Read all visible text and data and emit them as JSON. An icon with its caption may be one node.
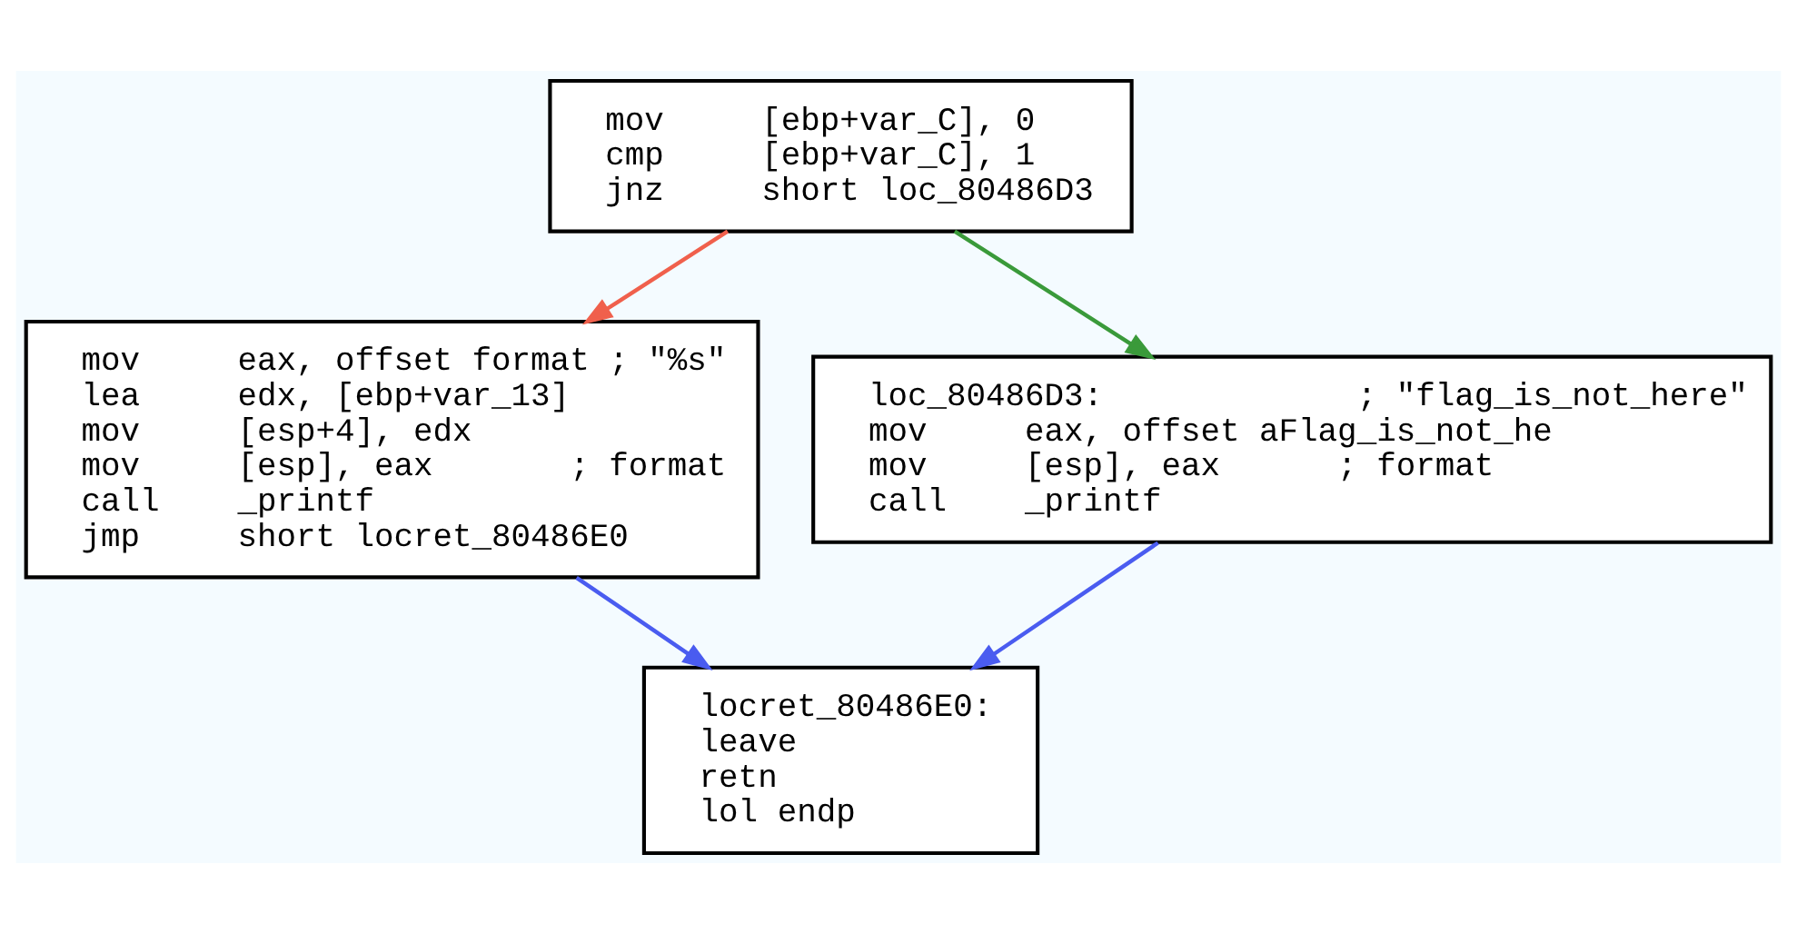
{
  "diagram": {
    "nodes": [
      {
        "text": [
          "mov     [ebp+var_C], 0",
          "cmp     [ebp+var_C], 1",
          "jnz     short loc_80486D3"
        ]
      },
      {
        "text": [
          "mov     eax, offset format ; \"%s\"",
          "lea     edx, [ebp+var_13]",
          "mov     [esp+4], edx",
          "mov     [esp], eax       ; format",
          "call    _printf",
          "jmp     short locret_80486E0"
        ]
      },
      {
        "text": [
          "loc_80486D3:             ; \"flag_is_not_here\"",
          "mov     eax, offset aFlag_is_not_he",
          "mov     [esp], eax      ; format",
          "call    _printf"
        ]
      },
      {
        "text": [
          "locret_80486E0:",
          "leave",
          "retn",
          "lol endp"
        ]
      }
    ],
    "edges": [
      {
        "from": 0,
        "to": 1,
        "arrow": "to",
        "color": "#f0604c"
      },
      {
        "from": 0,
        "to": 2,
        "arrow": "to",
        "color": "#3a9a3a"
      },
      {
        "from": 1,
        "to": 3,
        "arrow": "to"
      },
      {
        "from": 2,
        "to": 3,
        "arrow": "to"
      }
    ]
  }
}
